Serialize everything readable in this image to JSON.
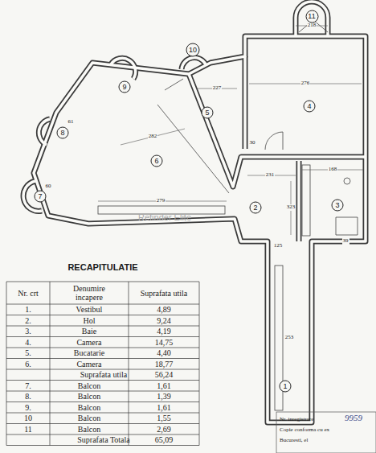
{
  "diagram": {
    "title": "RECAPITULATIE",
    "nodes": [
      {
        "text": [
          "1"
        ]
      },
      {
        "text": [
          "2"
        ]
      },
      {
        "text": [
          "3"
        ]
      },
      {
        "text": [
          "4"
        ]
      },
      {
        "text": [
          "5"
        ]
      },
      {
        "text": [
          "6"
        ]
      },
      {
        "text": [
          "7"
        ]
      },
      {
        "text": [
          "8"
        ]
      },
      {
        "text": [
          "9"
        ]
      },
      {
        "text": [
          "10"
        ]
      },
      {
        "text": [
          "11"
        ]
      }
    ],
    "labels": [
      "Nr. crt",
      "Denumire incapere",
      "Suprafata utila",
      "1.",
      "Vestibul",
      "4,89",
      "2.",
      "Hol",
      "9,24",
      "3.",
      "Baie",
      "4,19",
      "4.",
      "Camera",
      "14,75",
      "5.",
      "Bucatarie",
      "4,40",
      "6.",
      "Camera",
      "18,77",
      "Suprafata utila",
      "56,24",
      "7.",
      "Balcon",
      "1,61",
      "8.",
      "Balcon",
      "1,39",
      "9.",
      "Balcon",
      "1,61",
      "10",
      "Balcon",
      "1,55",
      "11",
      "Balcon",
      "2,69",
      "Suprafata Totala",
      "65,09",
      "279",
      "276",
      "231",
      "168",
      "125",
      "227",
      "282",
      "323",
      "253",
      "218",
      "61",
      "60",
      "39",
      "30",
      "Refinder Elite",
      "Nr. inregistrare",
      "9959",
      "Copie conforma cu ex",
      "Bucuresti, el"
    ]
  }
}
